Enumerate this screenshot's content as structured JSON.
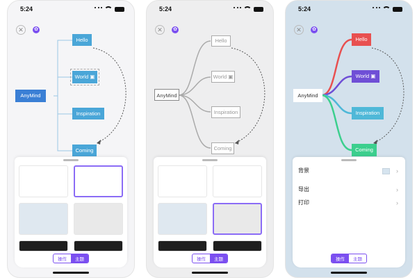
{
  "status": {
    "time": "5:24"
  },
  "mindmap": {
    "root": "AnyMind",
    "children": [
      "Hello",
      "World",
      "Inspiration",
      "Coming"
    ]
  },
  "panel": {
    "segment_actions": "操作",
    "segment_theme": "主题",
    "settings": {
      "background_label": "背景",
      "export_label": "导出",
      "print_label": "打印"
    }
  },
  "colors": {
    "accent": "#7b4ff0",
    "blue_node": "#4aa6d8",
    "root_blue": "#3a7fd5",
    "red": "#e85050",
    "purple": "#6f4fd6",
    "teal": "#4fb8d8",
    "green": "#3ccf8e",
    "phone3_bg": "#d3e1ec"
  }
}
